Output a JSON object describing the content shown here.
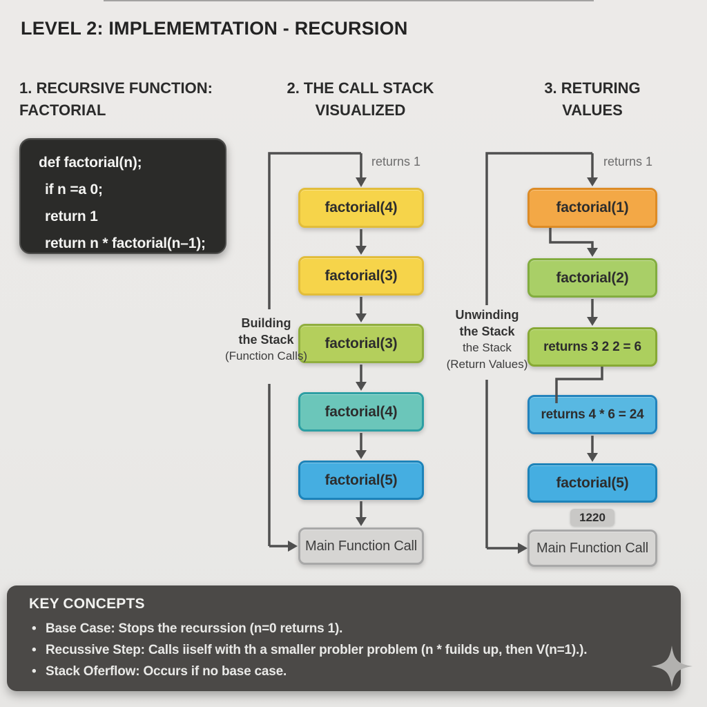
{
  "page": {
    "title": "LEVEL 2: IMPLEMEMTATION - RECURSION"
  },
  "headings": {
    "col1": [
      "1. RECURSIVE FUNCTION:",
      "FACTORIAL"
    ],
    "col2": [
      "2. THE CALL STACK",
      "VISUALIZED"
    ],
    "col3": [
      "3. RETURING",
      "VALUES"
    ]
  },
  "code_block": {
    "lines": [
      "def factorial(n);",
      "if n =a 0;",
      "return 1",
      "return n * factorial(n–1);"
    ]
  },
  "call_stack": {
    "returns_label": "returns 1",
    "side_label": [
      "Building",
      "the Stack",
      "(Function Calls)"
    ],
    "boxes": [
      {
        "label": "factorial(4)",
        "fill": "#f6d44a",
        "border": "#e2bd3a"
      },
      {
        "label": "factorial(3)",
        "fill": "#f6d44a",
        "border": "#e2bd3a"
      },
      {
        "label": "factorial(3)",
        "fill": "#b4cf5c",
        "border": "#90ae3e"
      },
      {
        "label": "factorial(4)",
        "fill": "#6bc6ba",
        "border": "#2d9fa3"
      },
      {
        "label": "factorial(5)",
        "fill": "#45aee1",
        "border": "#1d83b9"
      },
      {
        "label": "Main Function Call",
        "fill": "#d6d5d3",
        "border": "#a8a8a8"
      }
    ]
  },
  "returning": {
    "returns_label": "returns 1",
    "side_label": [
      "Unwinding",
      "the Stack",
      "the Stack",
      "(Return Values)"
    ],
    "badge": "1220",
    "boxes": [
      {
        "label": "factorial(1)",
        "fill": "#f3a846",
        "border": "#dd8b25"
      },
      {
        "label": "factorial(2)",
        "fill": "#a9cf67",
        "border": "#82ad3f"
      },
      {
        "label": "returns 3 2 2 = 6",
        "fill": "#accf5e",
        "border": "#87a935"
      },
      {
        "label": "returns 4 * 6 = 24",
        "fill": "#58b8e2",
        "border": "#2383bd"
      },
      {
        "label": "factorial(5)",
        "fill": "#45aee1",
        "border": "#1d83b9"
      },
      {
        "label": "Main Function Call",
        "fill": "#d6d5d3",
        "border": "#a8a8a8"
      }
    ]
  },
  "key_concepts": {
    "title": "KEY CONCEPTS",
    "bullets": [
      "Base Case: Stops the recurssion (n=0 returns 1).",
      "Recussive Step: Calls iiself with th a smaller probler problem (n * fuilds up, then V(n=1).).",
      "Stack Oferflow: Occurs if no base case."
    ]
  },
  "colors": {
    "background": "#eae9e7",
    "arrow": "#4f4f4f",
    "code_bg": "#2b2b29",
    "panel_bg": "#4b4947",
    "accent_yellow": "#f6d44a",
    "accent_green": "#a9cf67",
    "accent_teal": "#6bc6ba",
    "accent_blue": "#45aee1",
    "accent_orange": "#f3a846"
  }
}
